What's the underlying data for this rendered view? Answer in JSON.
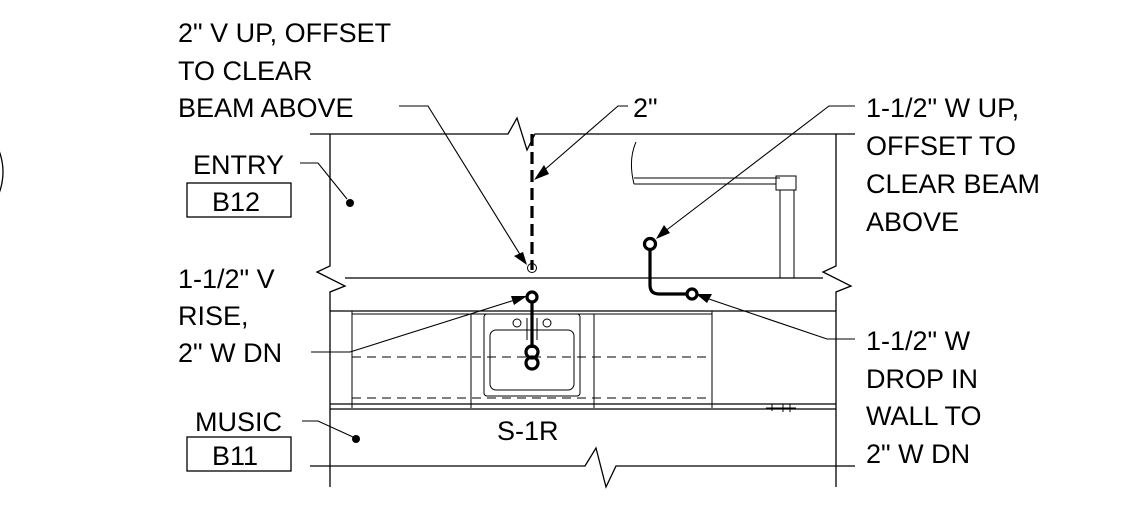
{
  "notes": {
    "vent_offset": [
      "2\" V UP, OFFSET",
      "TO CLEAR",
      "BEAM ABOVE"
    ],
    "vent_size": "2\"",
    "waste_up": [
      "1-1/2\" W UP,",
      "OFFSET TO",
      "CLEAR BEAM",
      "ABOVE"
    ],
    "vent_rise": [
      "1-1/2\" V",
      "RISE,",
      "2\" W DN"
    ],
    "waste_drop": [
      "1-1/2\" W",
      "DROP IN",
      "WALL TO",
      "2\" W DN"
    ]
  },
  "rooms": {
    "entry": {
      "name": "ENTRY",
      "number": "B12"
    },
    "music": {
      "name": "MUSIC",
      "number": "B11"
    }
  },
  "fixture_tag": "S-1R"
}
